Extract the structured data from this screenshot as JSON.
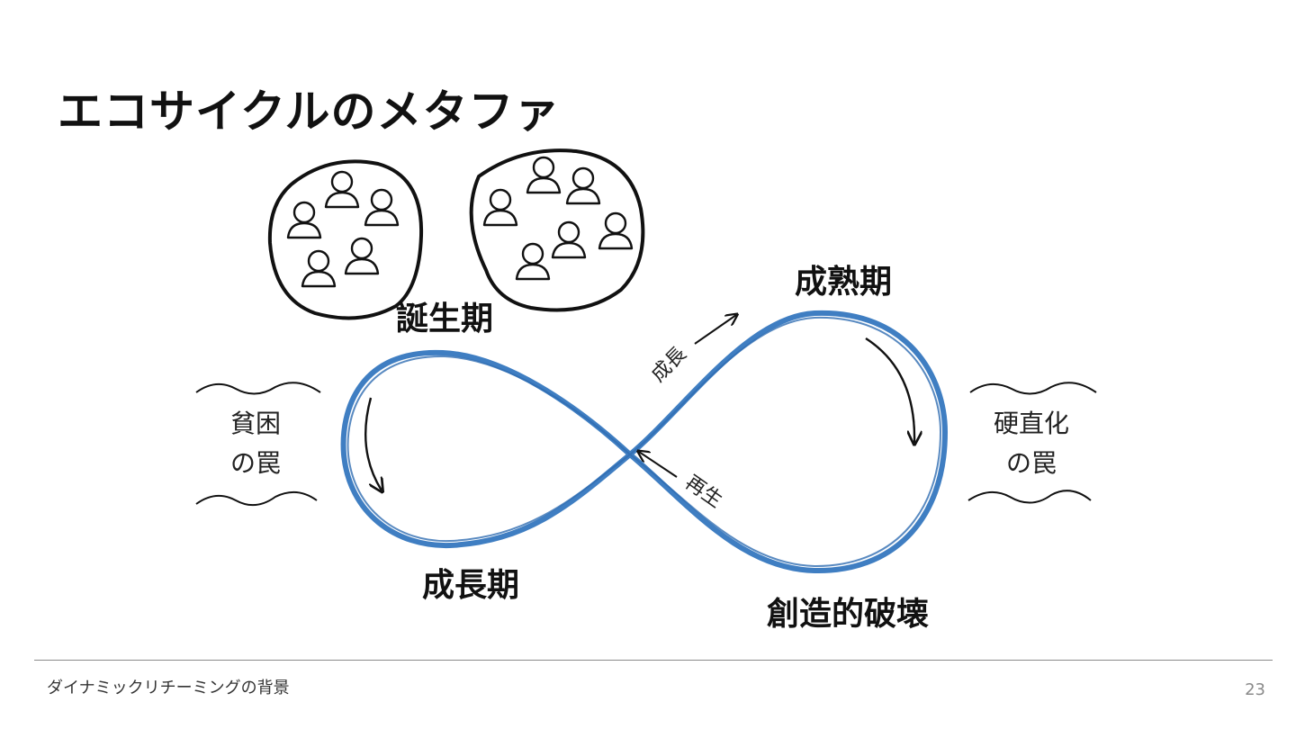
{
  "slide": {
    "title": "エコサイクルのメタファ",
    "footer": "ダイナミックリチーミングの背景",
    "page_number": "23"
  },
  "diagram": {
    "stage_birth": "誕生期",
    "stage_maturity": "成熟期",
    "stage_growth": "成長期",
    "stage_creative_destruction": "創造的破壊",
    "trap_poverty_line1": "貧困",
    "trap_poverty_line2": "の罠",
    "trap_rigidity_line1": "硬直化",
    "trap_rigidity_line2": "の罠",
    "arrow_growth_label": "成長",
    "arrow_renewal_label": "再生"
  },
  "colors": {
    "loop": "#3f7ec2",
    "ink": "#111111"
  }
}
